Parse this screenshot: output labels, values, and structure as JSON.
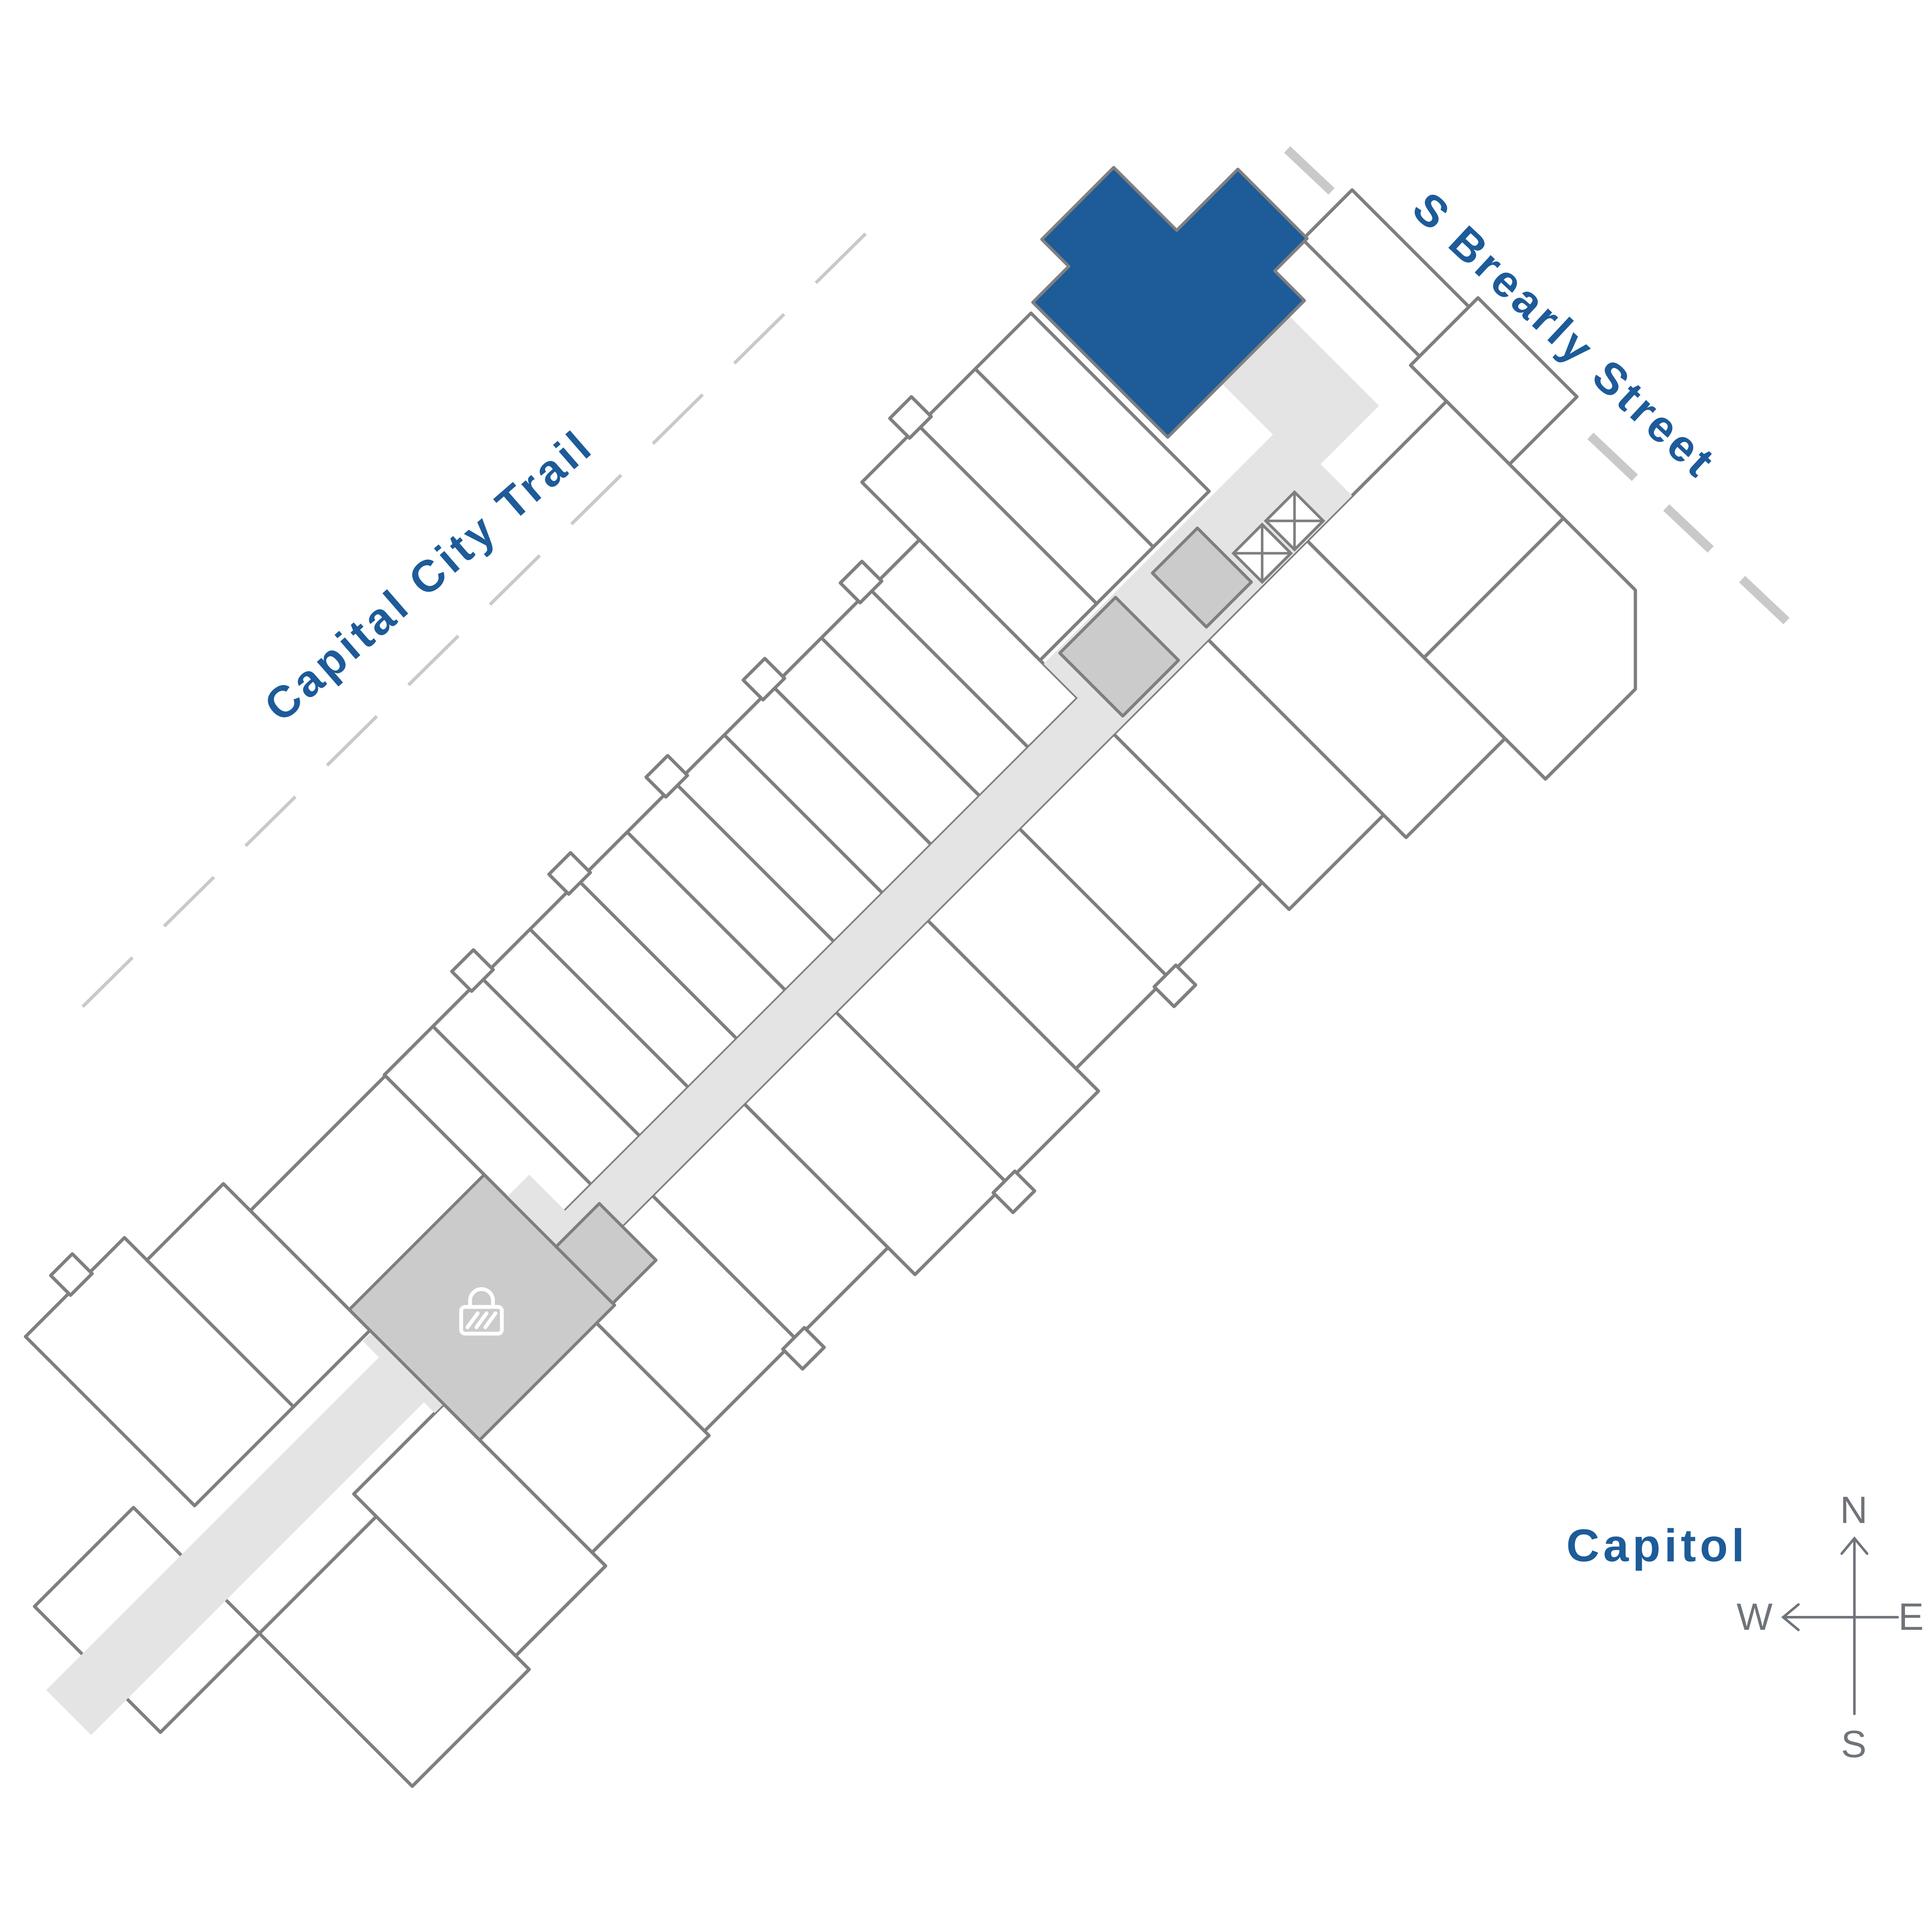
{
  "site_plan": {
    "trail_label": "Capital City Trail",
    "street_label": "S Brearly Street",
    "capitol_label": "Capitol"
  },
  "compass": {
    "north": "N",
    "east": "E",
    "south": "S",
    "west": "W"
  },
  "colors": {
    "highlight": "#1d5b99",
    "label-blue": "#1d5b99",
    "outline": "#7f7f7f",
    "corridor": "#e4e4e4",
    "core": "#cbcbcb",
    "dash": "#c9c9c9",
    "compass": "#6f747a"
  },
  "icons": {
    "padlock": "padlock-icon",
    "stairs": "stair-x-icon"
  }
}
